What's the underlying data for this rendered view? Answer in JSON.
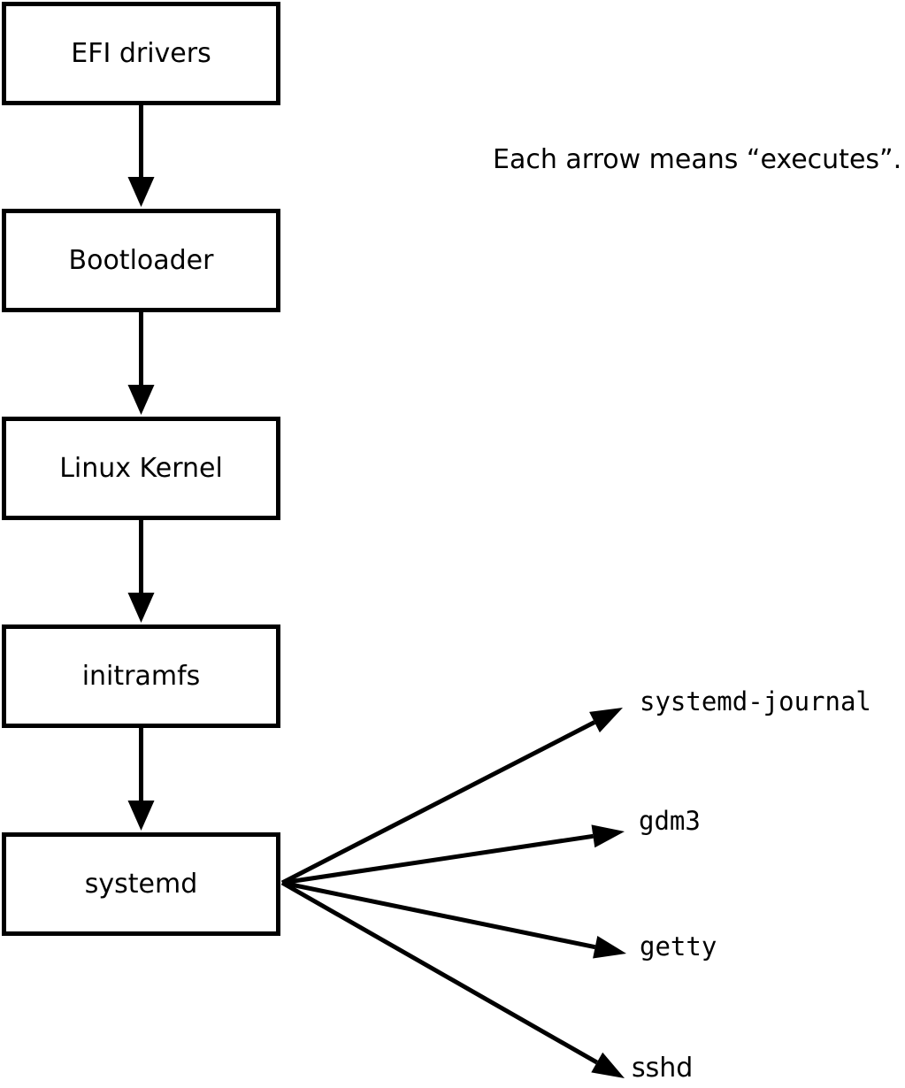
{
  "diagram": {
    "annotation": "Each arrow means “executes”.",
    "boot_chain": [
      {
        "label": "EFI drivers"
      },
      {
        "label": "Bootloader"
      },
      {
        "label": "Linux Kernel"
      },
      {
        "label": "initramfs"
      },
      {
        "label": "systemd"
      }
    ],
    "spawned_processes": [
      {
        "label": "systemd-journal"
      },
      {
        "label": "gdm3"
      },
      {
        "label": "getty"
      },
      {
        "label": "sshd"
      }
    ],
    "edges": [
      {
        "from": "EFI drivers",
        "to": "Bootloader",
        "meaning": "executes"
      },
      {
        "from": "Bootloader",
        "to": "Linux Kernel",
        "meaning": "executes"
      },
      {
        "from": "Linux Kernel",
        "to": "initramfs",
        "meaning": "executes"
      },
      {
        "from": "initramfs",
        "to": "systemd",
        "meaning": "executes"
      },
      {
        "from": "systemd",
        "to": "systemd-journal",
        "meaning": "executes"
      },
      {
        "from": "systemd",
        "to": "gdm3",
        "meaning": "executes"
      },
      {
        "from": "systemd",
        "to": "getty",
        "meaning": "executes"
      },
      {
        "from": "systemd",
        "to": "sshd",
        "meaning": "executes"
      }
    ],
    "colors": {
      "stroke": "#000000",
      "background": "#ffffff",
      "text": "#000000"
    }
  }
}
